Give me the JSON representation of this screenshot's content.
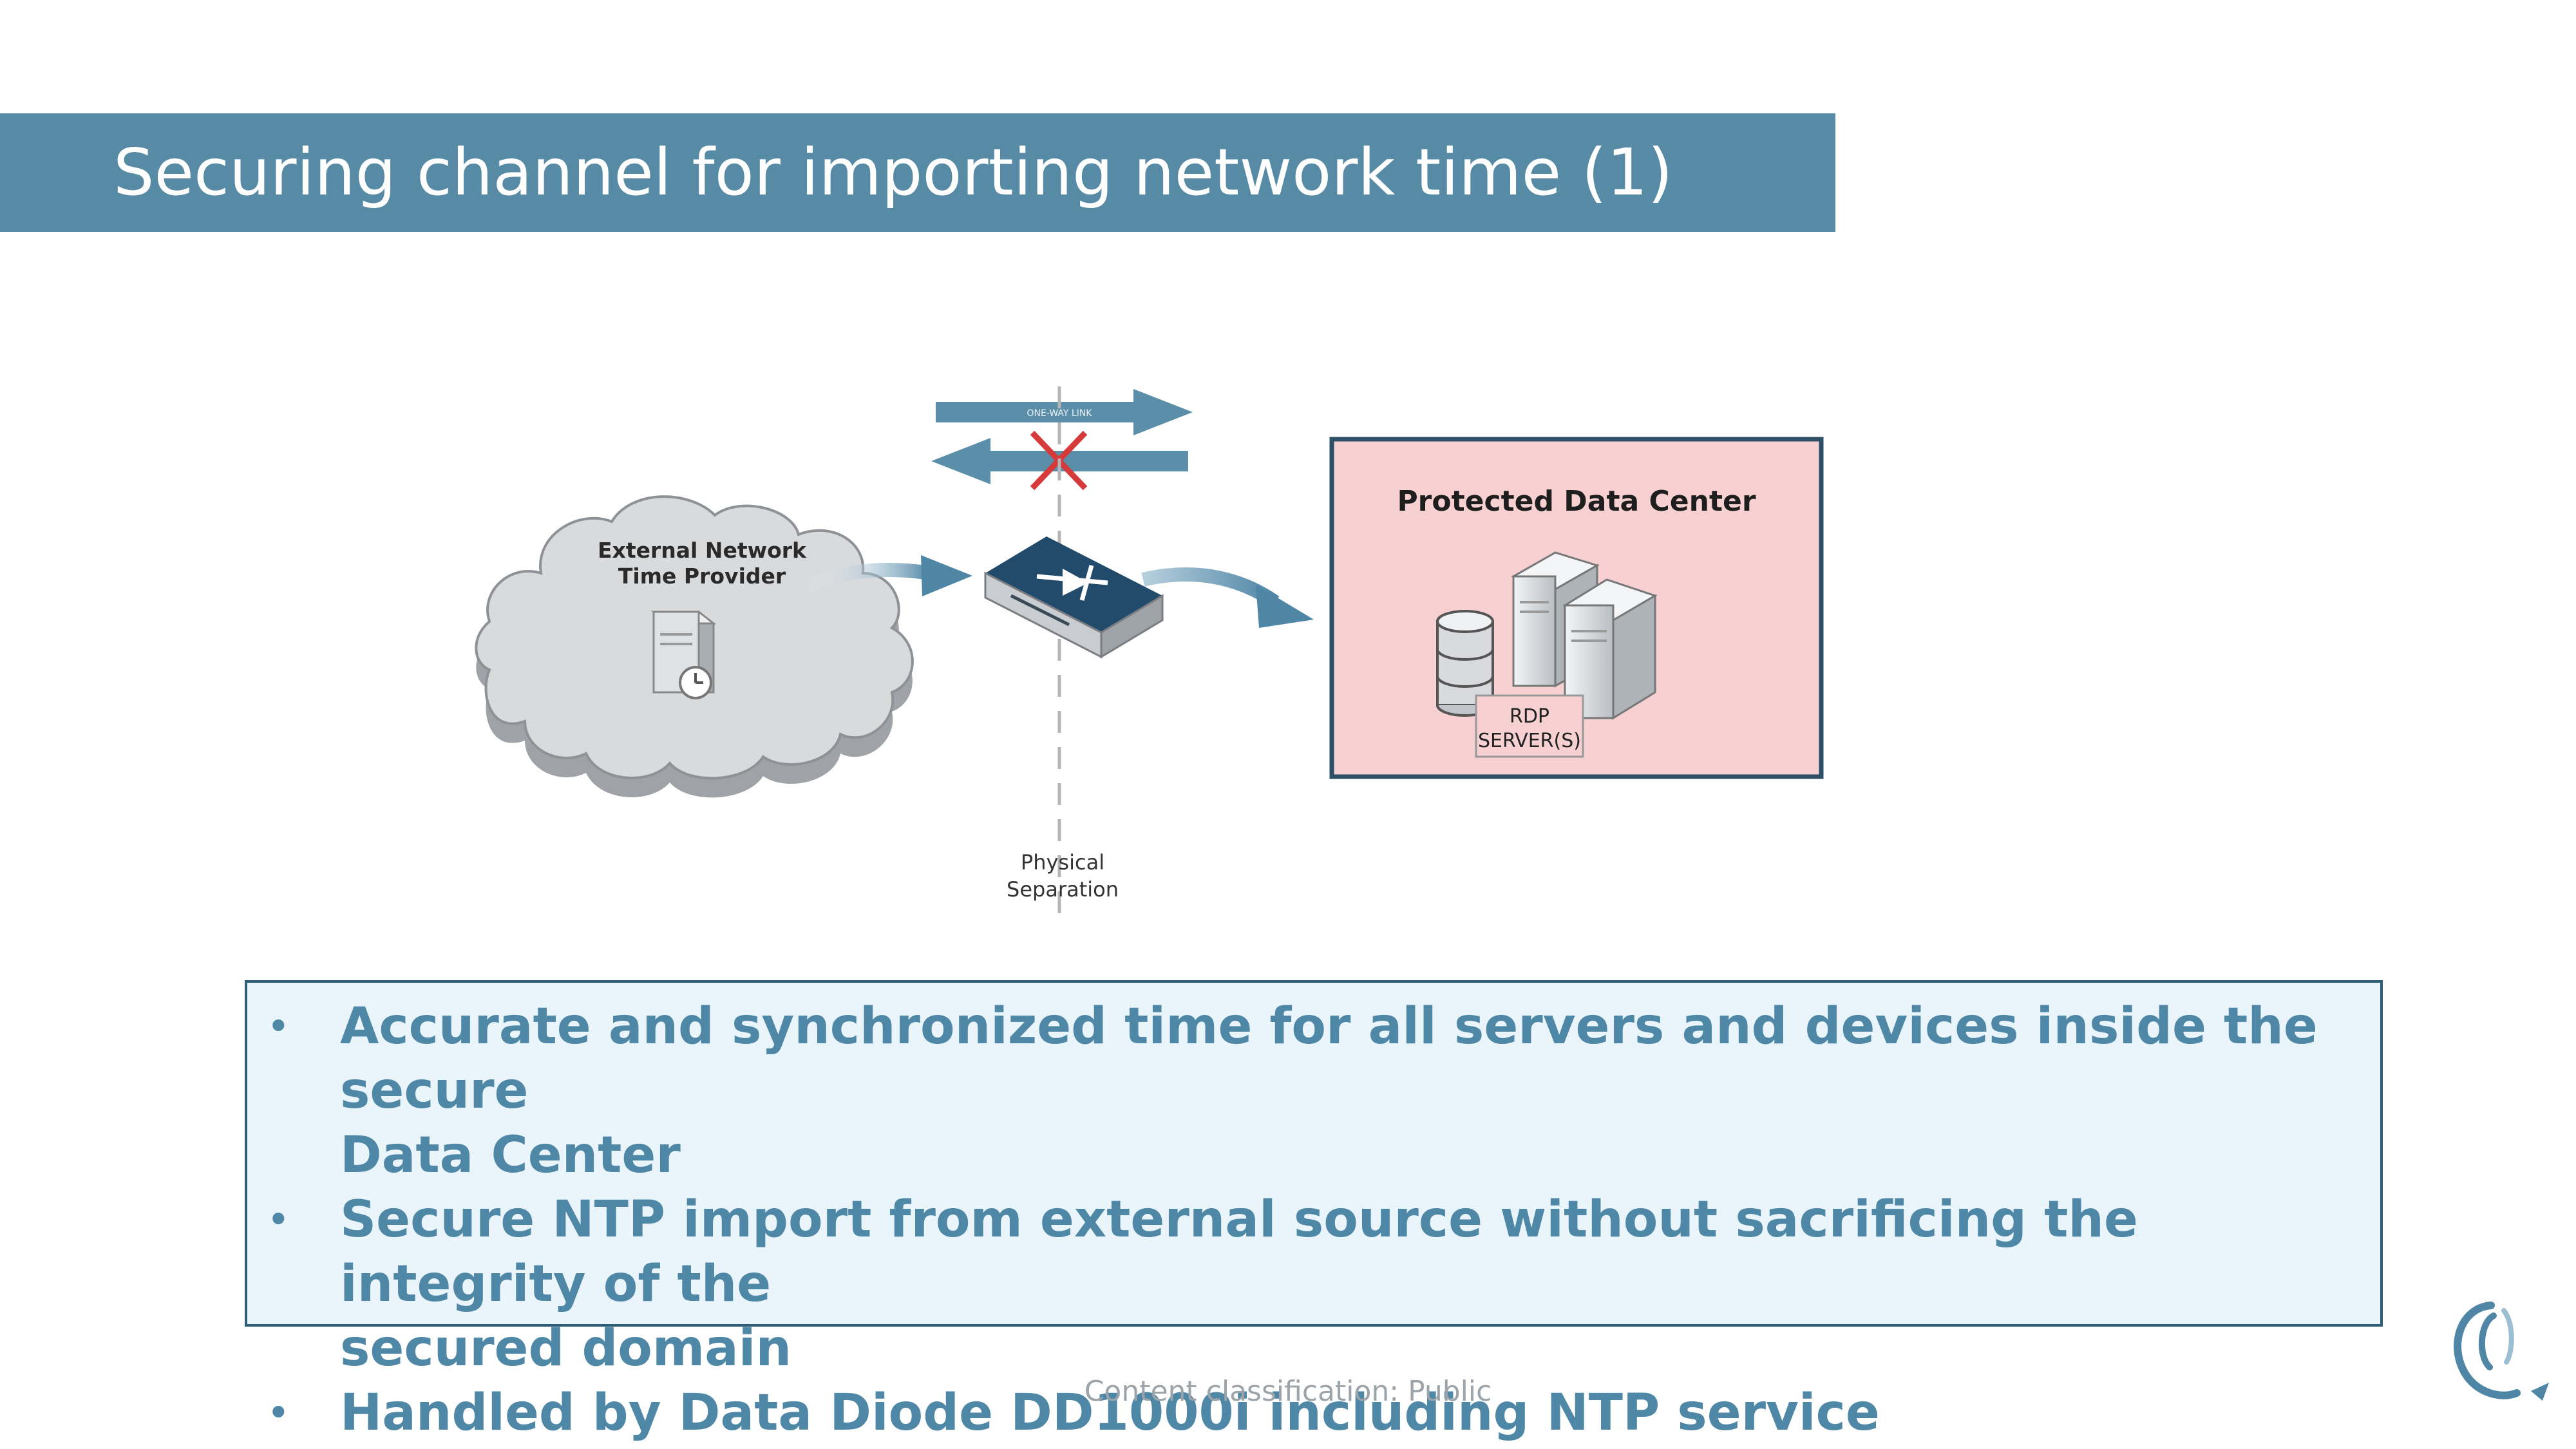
{
  "slide": {
    "title": "Securing channel for importing network time (1)"
  },
  "diagram": {
    "one_way_link_label": "ONE-WAY LINK",
    "cloud_label_line1": "External Network",
    "cloud_label_line2": "Time Provider",
    "data_center_title": "Protected Data Center",
    "server_label_line1": "RDP",
    "server_label_line2": "SERVER(S)",
    "separation_label_line1": "Physical",
    "separation_label_line2": "Separation"
  },
  "bullets": [
    {
      "line1": "Accurate and synchronized time for all servers and devices inside the secure",
      "line2": "Data Center"
    },
    {
      "line1": "Secure NTP import from external source without sacrificing the integrity of the",
      "line2": "secured domain"
    },
    {
      "line1": "Handled by Data Diode DD1000i including NTP service",
      "line2": ""
    }
  ],
  "footer": {
    "classification": "Content classification: Public"
  },
  "colors": {
    "title_bar": "#568aa5",
    "bullet_text": "#4f88a6",
    "box_fill": "#eaf4fb",
    "box_border": "#2f5f78",
    "data_center_fill": "#f7d0d2"
  }
}
